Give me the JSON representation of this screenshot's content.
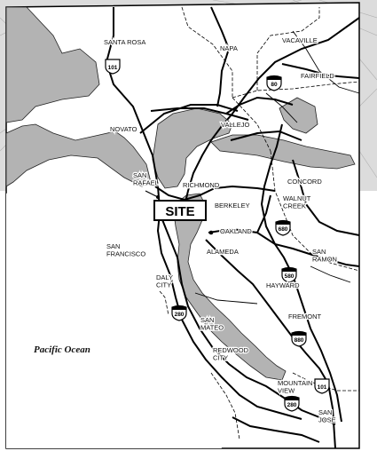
{
  "map": {
    "site_label": "SITE",
    "ocean_label": "Pacific Ocean",
    "cities": [
      {
        "id": "santa-rosa",
        "lines": [
          "SANTA ROSA"
        ]
      },
      {
        "id": "napa",
        "lines": [
          "NAPA"
        ]
      },
      {
        "id": "vacaville",
        "lines": [
          "VACAVILLE"
        ]
      },
      {
        "id": "fairfield",
        "lines": [
          "FAIRFIELD"
        ]
      },
      {
        "id": "novato",
        "lines": [
          "NOVATO"
        ]
      },
      {
        "id": "vallejo",
        "lines": [
          "VALLEJO"
        ]
      },
      {
        "id": "san-rafael",
        "lines": [
          "SAN",
          "RAFAEL"
        ]
      },
      {
        "id": "richmond",
        "lines": [
          "RICHMOND"
        ]
      },
      {
        "id": "concord",
        "lines": [
          "CONCORD"
        ]
      },
      {
        "id": "berkeley",
        "lines": [
          "BERKELEY"
        ]
      },
      {
        "id": "walnut-creek",
        "lines": [
          "WALNUT",
          "CREEK"
        ]
      },
      {
        "id": "oakland",
        "lines": [
          "OAKLAND"
        ]
      },
      {
        "id": "alameda",
        "lines": [
          "ALAMEDA"
        ]
      },
      {
        "id": "san-francisco",
        "lines": [
          "SAN",
          "FRANCISCO"
        ]
      },
      {
        "id": "san-ramon",
        "lines": [
          "SAN",
          "RAMON"
        ]
      },
      {
        "id": "daly-city",
        "lines": [
          "DALY",
          "CITY"
        ]
      },
      {
        "id": "hayward",
        "lines": [
          "HAYWARD"
        ]
      },
      {
        "id": "san-mateo",
        "lines": [
          "SAN",
          "MATEO"
        ]
      },
      {
        "id": "fremont",
        "lines": [
          "FREMONT"
        ]
      },
      {
        "id": "redwood-city",
        "lines": [
          "REDWOOD",
          "CITY"
        ]
      },
      {
        "id": "mountain-view",
        "lines": [
          "MOUNTAIN",
          "VIEW"
        ]
      },
      {
        "id": "san-jose",
        "lines": [
          "SAN",
          "JOSE"
        ]
      }
    ],
    "highways": [
      {
        "id": "us-101-north",
        "number": "101",
        "kind": "us"
      },
      {
        "id": "i-80",
        "number": "80",
        "kind": "interstate"
      },
      {
        "id": "i-680",
        "number": "680",
        "kind": "interstate"
      },
      {
        "id": "i-580",
        "number": "580",
        "kind": "interstate"
      },
      {
        "id": "i-280-north",
        "number": "280",
        "kind": "interstate"
      },
      {
        "id": "i-880",
        "number": "880",
        "kind": "interstate"
      },
      {
        "id": "us-101-south",
        "number": "101",
        "kind": "us"
      },
      {
        "id": "i-280-south",
        "number": "280",
        "kind": "interstate"
      }
    ],
    "colors": {
      "water": "#b3b3b3",
      "land": "#ffffff",
      "road": "#000000",
      "border": "#000000",
      "background_map": "#c8c8c8"
    }
  }
}
